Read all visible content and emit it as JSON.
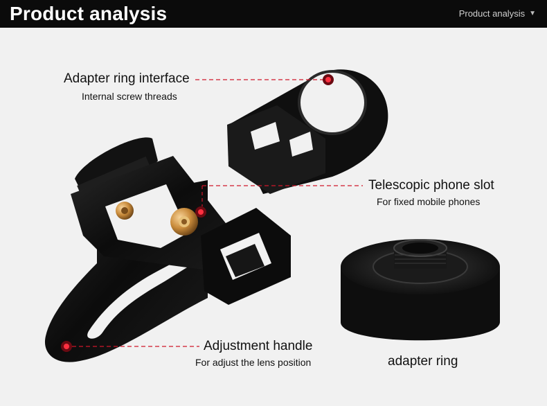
{
  "header": {
    "title": "Product analysis",
    "nav_label": "Product analysis",
    "dropdown_icon": "chevron-down-icon"
  },
  "callouts": [
    {
      "title": "Adapter ring interface",
      "subtitle": "Internal screw threads"
    },
    {
      "title": "Telescopic phone slot",
      "subtitle": "For fixed mobile phones"
    },
    {
      "title": "Adjustment handle",
      "subtitle": "For adjust the lens position"
    }
  ],
  "adapter_ring_label": "adapter ring",
  "colors": {
    "header_bg": "#0b0b0b",
    "background": "#f1f1f1",
    "accent_red": "#d0172a",
    "product_black": "#121212"
  }
}
